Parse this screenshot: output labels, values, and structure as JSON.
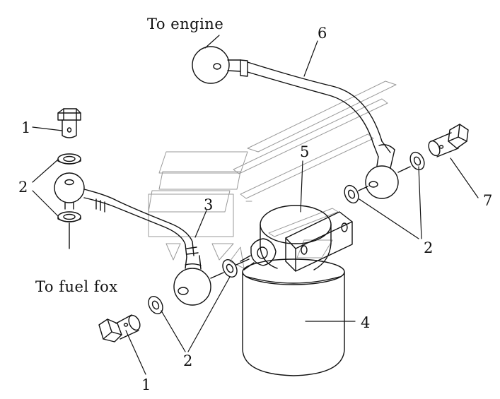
{
  "labels": {
    "to_engine": "To engine",
    "to_fuel_box": "To fuel fox"
  },
  "callouts": {
    "bolt_top_left": "1",
    "bolt_bottom": "1",
    "washers_left": "2",
    "washers_bottom": "2",
    "washers_right": "2",
    "pipe_to_fuel_box": "3",
    "filter_element": "4",
    "filter_head": "5",
    "pipe_to_engine": "6",
    "bolt_right": "7"
  },
  "colors": {
    "line": "#111111",
    "watermark": "#9a9a9a"
  }
}
